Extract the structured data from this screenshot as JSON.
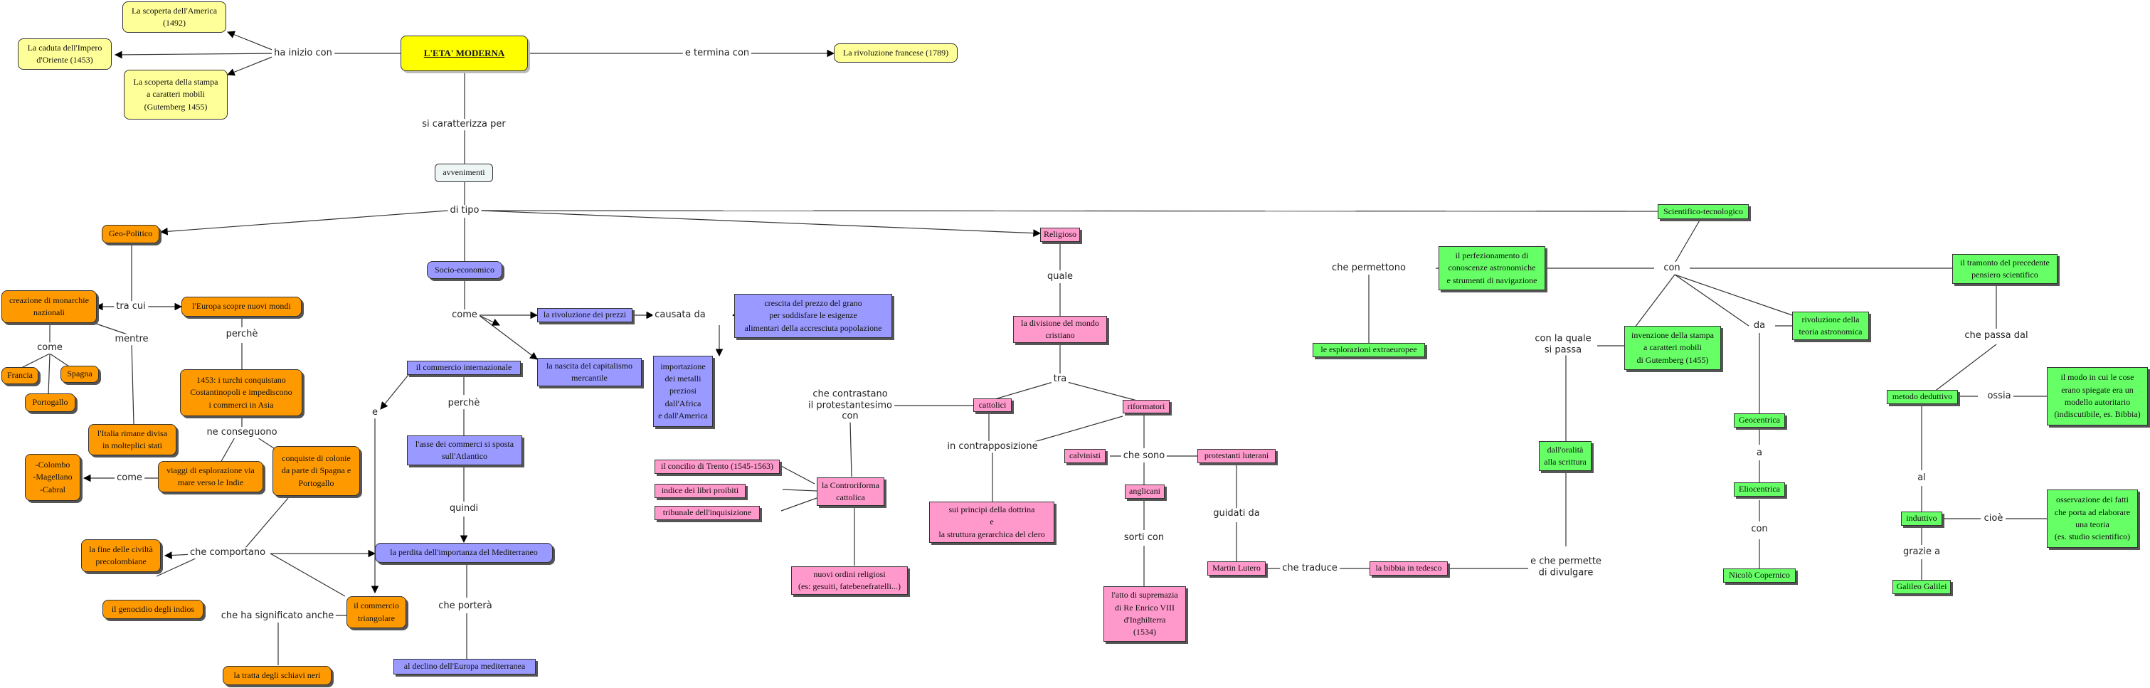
{
  "nodes": {
    "eta_moderna": "L'ETA' MODERNA",
    "scoperta_america": "La scoperta dell'America\n(1492)",
    "caduta_impero": "La caduta dell'Impero\nd'Oriente (1453)",
    "scoperta_stampa": "La scoperta della stampa\na caratteri mobili\n(Gutemberg 1455)",
    "rivoluzione_francese": "La rivoluzione francese (1789)",
    "avvenimenti": "avvenimenti",
    "geo_politico": "Geo-Politico",
    "socio_economico": "Socio-economico",
    "religioso": "Religioso",
    "scientifico": "Scientifico-tecnologico",
    "monarchie": "creazione di monarchie\nnazionali",
    "europa_mondi": "l'Europa scopre nuovi mondi",
    "francia": "Francia",
    "spagna": "Spagna",
    "portogallo": "Portogallo",
    "italia_stati": "l'Italia rimane divisa\nin molteplici stati",
    "turchi": "1453: i turchi conquistano\nCostantinopoli e impediscono\ni commerci in Asia",
    "viaggi": "viaggi di esplorazione via\nmare verso le Indie",
    "colonie": "conquiste di colonie\nda parte di Spagna e\nPortogallo",
    "colombo": "-Colombo\n-Magellano\n-Cabral",
    "fine_civilta": "la fine delle civiltà\nprecolombiane",
    "genocidio": "il genocidio degli indios",
    "commercio_triangolare": "il commercio\ntriangolare",
    "tratta": "la tratta degli schiavi neri",
    "rivoluzione_prezzi": "la rivoluzione dei prezzi",
    "crescita_prezzo": "crescita del prezzo del grano\nper soddisfare le esigenze\nalimentari della accresciuta popolazione",
    "commercio_internazionale": "il commercio internazionale",
    "nascita_capitalismo": "la nascita del capitalismo\nmercantile",
    "importazione": "importazione\ndei metalli\npreziosi\ndall'Africa\ne dall'America",
    "asse_commerci": "l'asse dei commerci si sposta\nsull'Atlantico",
    "perdita_mediterraneo": "la perdita dell'importanza del Mediterraneo",
    "declino": "al declino dell'Europa mediterranea",
    "divisione": "la  divisione del mondo\ncristiano",
    "cattolici": "cattolici",
    "riformatori": "riformatori",
    "concilio": "il concilio di Trento (1545-1563)",
    "indice": "indice dei libri proibiti",
    "tribunale": "tribunale dell'inquisizione",
    "controriforma": "la Controriforma\ncattolica",
    "nuovi_ordini": "nuovi ordini religiosi\n(es: gesuiti, fatebenefratelli...)",
    "principi_dottrina": "sui principi della dottrina\ne\nla struttura gerarchica del clero",
    "calvinisti": "calvinisti",
    "protestanti": "protestanti luterani",
    "anglicani": "anglicani",
    "atto_supremazia": "l'atto di supremazia\ndi Re Enrico VIII\nd'Inghilterra\n(1534)",
    "martin_lutero": "Martin Lutero",
    "bibbia": "la bibbia in tedesco",
    "perfezionamento": "il perfezionamento di\nconoscenze astronomiche\ne strumenti di navigazione",
    "esplorazioni": "le esplorazioni extraeuropee",
    "invenzione_stampa": "invenzione della stampa\na caratteri mobili\ndi Gutemberg (1455)",
    "rivoluzione_astronomica": "rivoluzione della\nteoria astronomica",
    "oralita": "dall'oralità\nalla scrittura",
    "geocentrica": "Geocentrica",
    "eliocentrica": "Eliocentrica",
    "copernico": "Nicolò Copernico",
    "tramonto": "il tramonto del precedente\npensiero scientifico",
    "metodo_deduttivo": "metodo deduttivo",
    "modo_cose": "il modo in cui le cose\nerano spiegate era un\nmodello autoritario\n(indiscutibile, es. Bibbia)",
    "induttivo": "induttivo",
    "osservazione": "osservazione dei fatti\nche porta ad elaborare\nuna teoria\n(es. studio scientifico)",
    "galileo": "Galileo Galilei"
  },
  "labels": {
    "ha_inizio_con": "ha inizio con",
    "e_termina_con": "e termina con",
    "si_caratterizza_per": "si caratterizza per",
    "di_tipo": "di tipo",
    "tra_cui": "tra cui",
    "mentre": "mentre",
    "come_monarchie": "come",
    "perche_turchi": "perchè",
    "ne_conseguono": "ne conseguono",
    "come_viaggi": "come",
    "che_comportano": "che comportano",
    "che_ha_significato_anche": "che ha significato anche",
    "e_label": "e",
    "come_socio": "come",
    "causata_da": "causata da",
    "perche_commercio": "perchè",
    "quindi": "quindi",
    "che_portera": "che porterà",
    "quale": "quale",
    "tra_religioso": "tra",
    "che_contrastano": "che contrastano\nil protestantesimo\ncon",
    "in_contrapposizione": "in contrapposizione",
    "che_sono": "che sono",
    "guidati_da": "guidati da",
    "sorti_con": "sorti con",
    "che_traduce": "che traduce",
    "e_che_permette": "e che permette\ndi divulgare",
    "con_label": "con",
    "che_permettono": "che permettono",
    "con_la_quale": "con la quale\nsi passa",
    "da_label": "da",
    "a_label": "a",
    "con_copernico": "con",
    "che_passa_dal": "che passa dal",
    "ossia": "ossia",
    "al_label": "al",
    "cioe": "cioè",
    "grazie_a": "grazie a"
  }
}
